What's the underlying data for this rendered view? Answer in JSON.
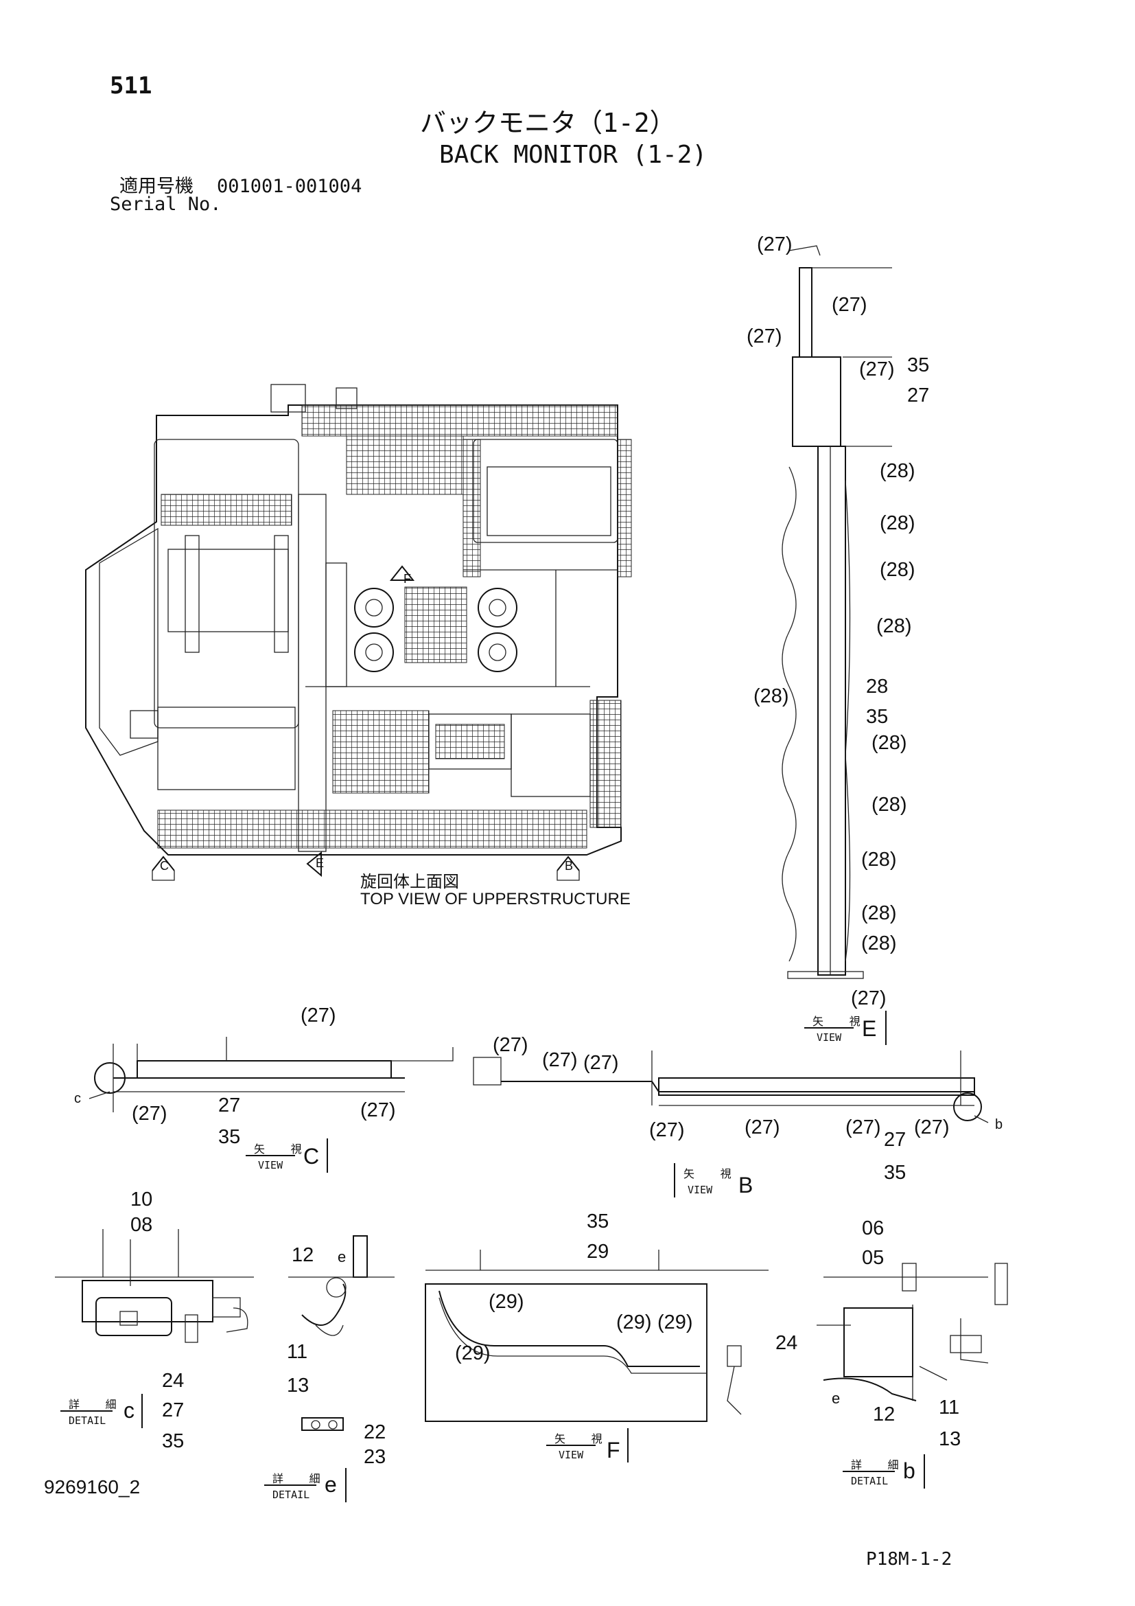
{
  "header": {
    "page_number": "511",
    "title_jp": "バックモニタ（1-2）",
    "title_en": "BACK MONITOR (1-2)",
    "serial_label_jp": "適用号機",
    "serial_range": "001001-001004",
    "serial_label_en": "Serial No."
  },
  "top_view": {
    "caption_jp": "旋回体上面図",
    "caption_en": "TOP VIEW OF UPPERSTRUCTURE",
    "markers": {
      "c": "C",
      "e": "E",
      "b": "B",
      "f": "F"
    }
  },
  "view_e": {
    "jp": "矢 視",
    "en": "VIEW",
    "letter": "E",
    "callouts": [
      "(27)",
      "(27)",
      "(27)",
      "(27)",
      "35",
      "27",
      "(28)",
      "(28)",
      "(28)",
      "(28)",
      "(28)",
      "28",
      "35",
      "(28)",
      "(28)",
      "(28)",
      "(28)",
      "(28)",
      "(27)"
    ]
  },
  "view_c": {
    "jp": "矢 視",
    "en": "VIEW",
    "letter": "C",
    "callouts": [
      "(27)",
      "c",
      "(27)",
      "27",
      "35",
      "(27)"
    ]
  },
  "view_b": {
    "jp": "矢 視",
    "en": "VIEW",
    "letter": "B",
    "callouts": [
      "(27)",
      "(27)",
      "(27)",
      "(27)",
      "(27)",
      "(27)",
      "27",
      "35",
      "(27)",
      "b"
    ]
  },
  "detail_c": {
    "jp": "詳 細",
    "en": "DETAIL",
    "letter": "c",
    "callouts": [
      "10",
      "08",
      "24",
      "27",
      "35"
    ]
  },
  "detail_e": {
    "jp": "詳 細",
    "en": "DETAIL",
    "letter": "e",
    "callouts": [
      "12",
      "e",
      "11",
      "13",
      "22",
      "23"
    ]
  },
  "view_f": {
    "jp": "矢 視",
    "en": "VIEW",
    "letter": "F",
    "callouts": [
      "35",
      "29",
      "(29)",
      "(29)",
      "(29)",
      "(29)"
    ]
  },
  "detail_b": {
    "jp": "詳 細",
    "en": "DETAIL",
    "letter": "b",
    "callouts": [
      "06",
      "05",
      "24",
      "e",
      "12",
      "11",
      "13"
    ]
  },
  "footer": {
    "drawing_number": "9269160_2",
    "page_code": "P18M-1-2"
  }
}
